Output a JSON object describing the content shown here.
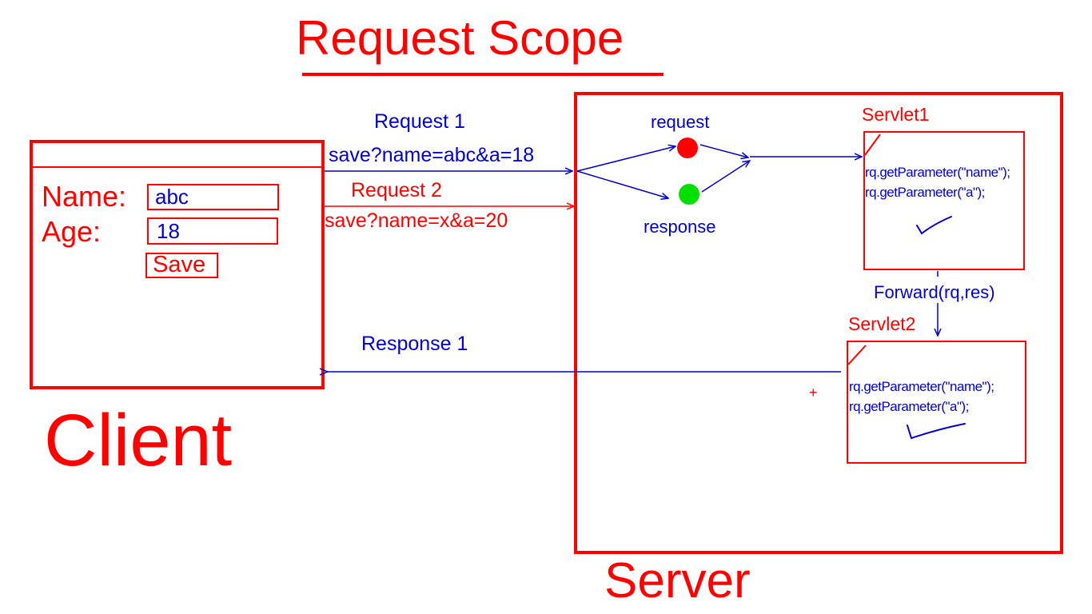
{
  "title": "Request Scope",
  "client": {
    "label": "Client",
    "form": {
      "name_label": "Name:",
      "name_value": "abc",
      "age_label": "Age:",
      "age_value": "18",
      "save_label": "Save"
    }
  },
  "server": {
    "label": "Server",
    "request_label": "request",
    "response_label": "response",
    "servlet1": {
      "title": "Servlet1",
      "line1": "rq.getParameter(\"name\");",
      "line2": "rq.getParameter(\"a\");"
    },
    "forward_label": "Forward(rq,res)",
    "servlet2": {
      "title": "Servlet2",
      "line1": "rq.getParameter(\"name\");",
      "line2": "rq.getParameter(\"a\");"
    },
    "plus_mark": "+"
  },
  "requests": [
    {
      "label": "Request 1",
      "url": "save?name=abc&a=18"
    },
    {
      "label": "Request 2",
      "url": "save?name=x&a=20"
    }
  ],
  "response_label": "Response 1",
  "colors": {
    "red": "#ff0000",
    "blue": "#0000cc",
    "green": "#00e000"
  }
}
